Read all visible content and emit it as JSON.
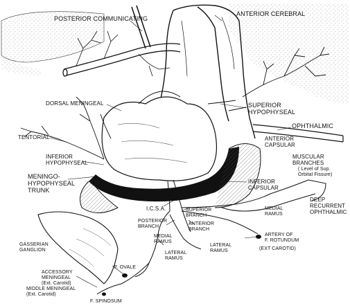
{
  "labels": {
    "posterior_communicating": "POSTERIOR COMMUNICATING",
    "anterior_cerebral": "ANTERIOR CEREBRAL",
    "superior_hypophyseal": "SUPERIOR\nHYPOPHYSEAL",
    "ophthalmic": "OPHTHALMIC",
    "dorsal_meningeal": "DORSAL MENINGEAL",
    "tentorial": "TENTORIAL",
    "inferior_hypophyseal": "INFERIOR\nHYPOPHYSEAL",
    "meningohypophyseal_trunk": "MENINGO-\nHYPOPHYSEAL\nTRUNK",
    "anterior_capsular": "ANTERIOR\nCAPSULAR",
    "muscular_branches": "MUSCULAR\nBRANCHES",
    "muscular_branches_note": "( Level of Sup.\nOrbital Fissure)",
    "inferior_capsular": "INFERIOR\nCAPSULAR",
    "deep_recurrent_ophthalmic": "DEEP\nRECURRENT\nOPHTHALMIC",
    "icsa": "I.C.S.A.",
    "superior_branch": "SUPERIOR\nBRANCH",
    "posterior_branch": "POSTERIOR\nBRANCH",
    "anterior_branch": "ANTERIOR\nBRANCH",
    "medial_ramus_right": "MEDIAL\nRAMUS",
    "medial_ramus_left": "MEDIAL\nRAMUS",
    "lateral_ramus_left": "LATERAL\nRAMUS",
    "lateral_ramus_right": "LATERAL\nRAMUS",
    "artery_f_rotundum": "ARTERY OF\nF. ROTUNDUM",
    "ext_carotid_rotundum": "(EXT CAROTID)",
    "gasserian_ganglion": "GASSERIAN\nGANGLION",
    "f_ovale": "F. OVALE",
    "accessory_meningeal": "ACCESSORY\nMENINGEAL\n(Ext. Carotid)",
    "middle_meningeal": "MIDDLE MENINGEAL\n(Ext. Carotid)",
    "f_spinosum": "F. SPINOSUM"
  },
  "colors": {
    "ink": "#111111",
    "background": "#ffffff",
    "stipple": "#9a9a9a"
  }
}
